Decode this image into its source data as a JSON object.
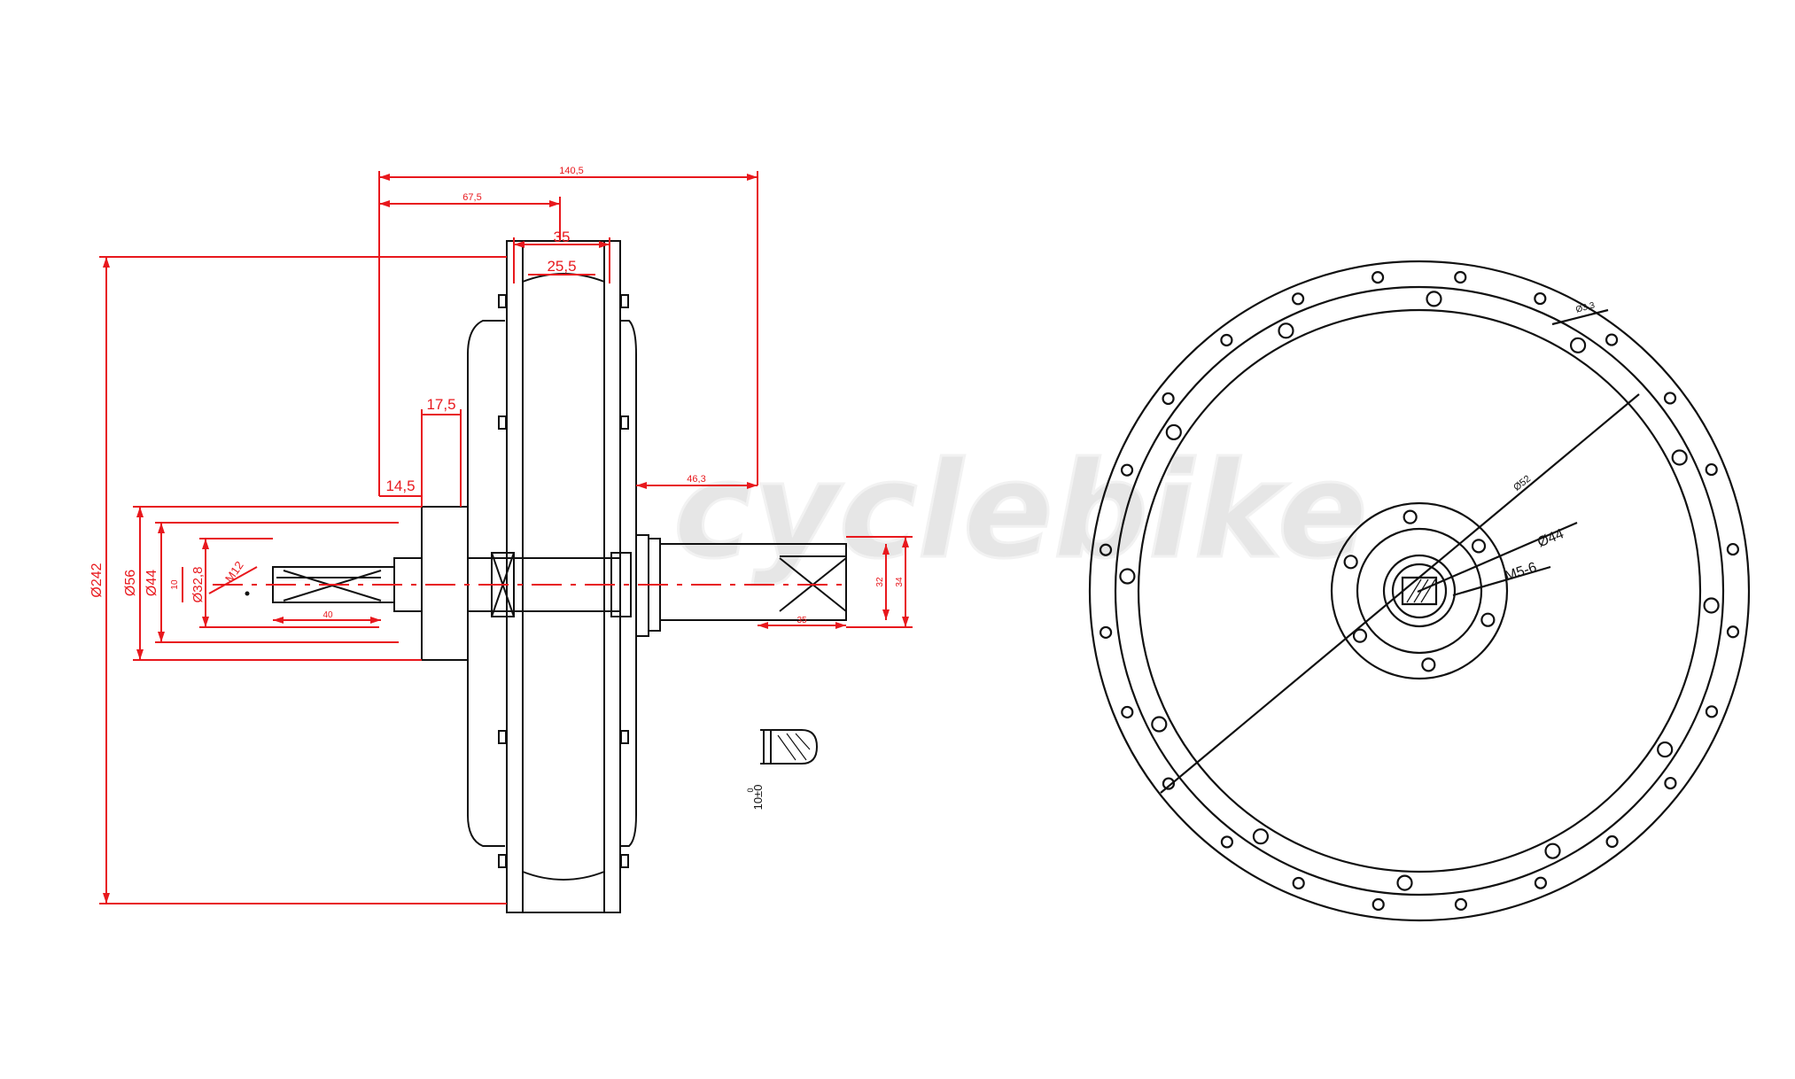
{
  "watermark": "cyclebike",
  "colors": {
    "outline": "#111111",
    "dimension": "#e8181d",
    "watermark": "#e6e6e6",
    "background": "#ffffff"
  },
  "side_view": {
    "dims": {
      "overall_width": "140,5",
      "half_width": "67,5",
      "rim_width": "35",
      "rim_inner": "25,5",
      "flange_step": "17,5",
      "flange_offset": "14,5",
      "shaft_right": "46,3",
      "outer_diameter": "Ø242",
      "flange_diameter": "Ø56",
      "boss_diameter": "Ø44",
      "bolt_diameter": "Ø32,8",
      "thread": "M12",
      "shaft_flat": "10",
      "left_shaft_length": "40",
      "right_flat_length": "35",
      "right_height_a": "32",
      "right_height_b": "34"
    }
  },
  "detail": {
    "tolerance_top": "0",
    "tolerance_main": "10±0"
  },
  "front_view": {
    "dims": {
      "hole": "Ø3,3",
      "pcd": "Ø52",
      "hub": "Ø44",
      "screw": "M5-6"
    }
  }
}
